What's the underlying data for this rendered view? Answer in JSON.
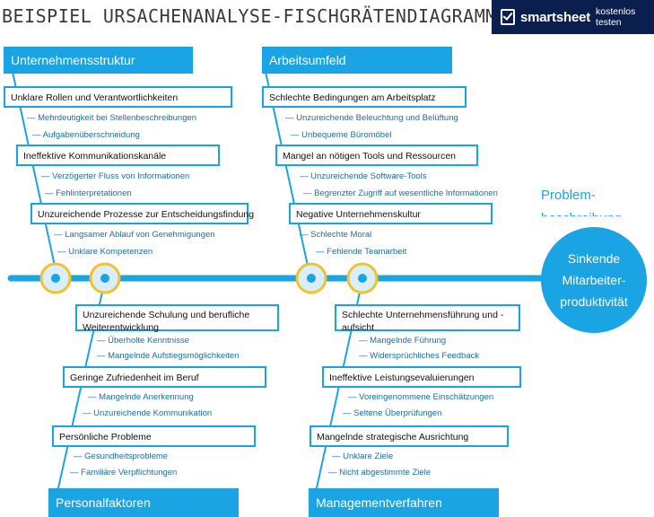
{
  "title": "BEISPIEL URSACHENANALYSE-FISCHGRÄTENDIAGRAMM",
  "banner": {
    "brand": "smartsheet",
    "cta": "kostenlos testen"
  },
  "colors": {
    "accent": "#1aa4e4",
    "ring": "#f2c12e",
    "banner_bg": "#0a1f4d"
  },
  "problem": {
    "label": "Problem-\nbeschreibung",
    "text": "Sinkende Mitarbeiter-produktivität"
  },
  "categories": {
    "top_left": {
      "name": "Unternehmensstruktur",
      "causes": [
        {
          "label": "Unklare Rollen und Verantwortlichkeiten",
          "subs": [
            "Mehrdeutigkeit bei Stellenbeschreibungen",
            "Aufgabenüberschneidung"
          ]
        },
        {
          "label": "Ineffektive Kommunikationskanäle",
          "subs": [
            "Verzögerter Fluss von Informationen",
            "Fehlinterpretationen"
          ]
        },
        {
          "label": "Unzureichende Prozesse zur Entscheidungsfindung",
          "subs": [
            "Langsamer Ablauf von Genehmigungen",
            "Unklare Kompetenzen"
          ]
        }
      ]
    },
    "top_right": {
      "name": "Arbeitsumfeld",
      "causes": [
        {
          "label": "Schlechte Bedingungen am Arbeitsplatz",
          "subs": [
            "Unzureichende Beleuchtung und Belüftung",
            "Unbequeme Büromöbel"
          ]
        },
        {
          "label": "Mangel an nötigen Tools und Ressourcen",
          "subs": [
            "Unzureichende Software-Tools",
            "Begrenzter Zugriff auf wesentliche Informationen"
          ]
        },
        {
          "label": "Negative Unternehmenskultur",
          "subs": [
            "Schlechte Moral",
            "Fehlende Teamarbeit"
          ]
        }
      ]
    },
    "bottom_left": {
      "name": "Personalfaktoren",
      "causes": [
        {
          "label": "Unzureichende Schulung und berufliche Weiterentwicklung",
          "subs": [
            "Überholte Kenntnisse",
            "Mangelnde Aufstiegsmöglichkeiten"
          ]
        },
        {
          "label": "Geringe Zufriedenheit im Beruf",
          "subs": [
            "Mangelnde Anerkennung",
            "Unzureichende Kommunikation"
          ]
        },
        {
          "label": "Persönliche Probleme",
          "subs": [
            "Gesundheitsprobleme",
            "Familiäre Verpflichtungen"
          ]
        }
      ]
    },
    "bottom_right": {
      "name": "Managementverfahren",
      "causes": [
        {
          "label": "Schlechte Unternehmensführung und -aufsicht",
          "subs": [
            "Mangelnde Führung",
            "Widersprüchliches Feedback"
          ]
        },
        {
          "label": "Ineffektive Leistungsevaluierungen",
          "subs": [
            "Voreingenommene Einschätzungen",
            "Seltene Überprüfungen"
          ]
        },
        {
          "label": "Mangelnde strategische Ausrichtung",
          "subs": [
            "Unklare Ziele",
            "Nicht abgestimmte Ziele"
          ]
        }
      ]
    }
  }
}
